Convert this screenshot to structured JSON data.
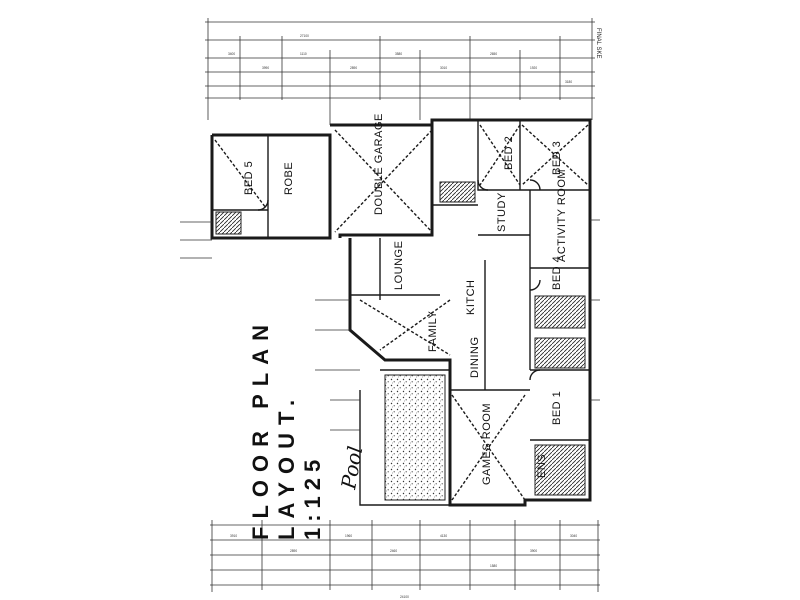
{
  "title": {
    "line1": "FLOOR PLAN",
    "line2": "LAYOUT.",
    "line3": "1:125"
  },
  "corner_label": "FINAL SKE",
  "pool_label": "Pool",
  "rooms": {
    "bed5": "BED 5",
    "robe": "ROBE",
    "garage": "DOUBLE GARAGE",
    "lounge": "LOUNGE",
    "family": "FAMILY",
    "kitch": "KITCH",
    "dining": "DINING",
    "games": "GAMES ROOM",
    "bed2": "BED 2",
    "bed3": "BED 3",
    "study": "STUDY",
    "activity": "ACTIVITY ROOM",
    "bed4": "BED 4",
    "bed1": "BED 1",
    "ens": "ENS"
  },
  "dimensions_top": [
    "27100",
    "3400",
    "3990",
    "1110",
    "2890",
    "3580",
    "3010",
    "2650",
    "1920",
    "3180"
  ],
  "dimensions_bottom": [
    "24100",
    "3910",
    "2890",
    "1960",
    "2460",
    "4130",
    "1580",
    "3900",
    "3040"
  ]
}
